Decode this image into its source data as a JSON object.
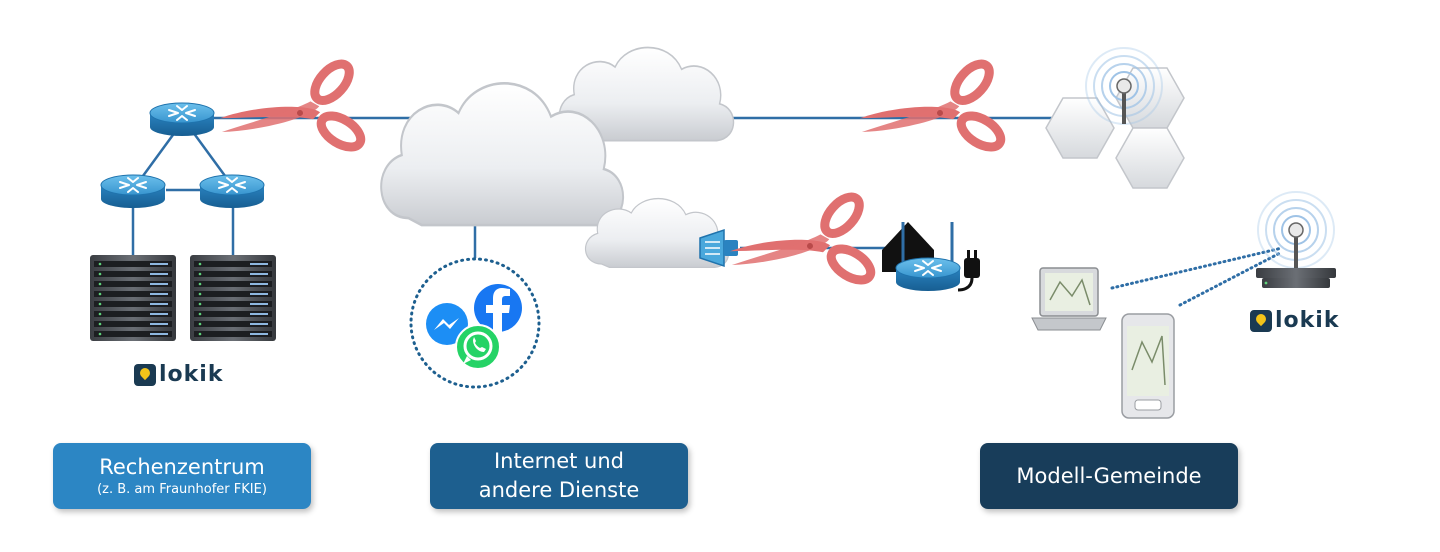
{
  "labels": {
    "rechenzentrum_title": "Rechenzentrum",
    "rechenzentrum_sub": "(z. B. am Fraunhofer FKIE)",
    "internet_line1": "Internet und",
    "internet_line2": "andere Dienste",
    "gemeinde": "Modell-Gemeinde"
  },
  "brand": {
    "name": "lokik"
  },
  "colors": {
    "scissors": "#e07070",
    "link": "#2f6ea6",
    "router_top": "#4aa8dc",
    "router_side": "#1f73ad",
    "box_blue": "#2c86c4",
    "box_mid": "#1d5f8f",
    "box_dark": "#183d5a"
  },
  "icons": {
    "messaging": [
      "messenger-icon",
      "facebook-icon",
      "whatsapp-icon"
    ],
    "devices": [
      "laptop-icon",
      "smartphone-icon",
      "antenna-icon"
    ]
  }
}
